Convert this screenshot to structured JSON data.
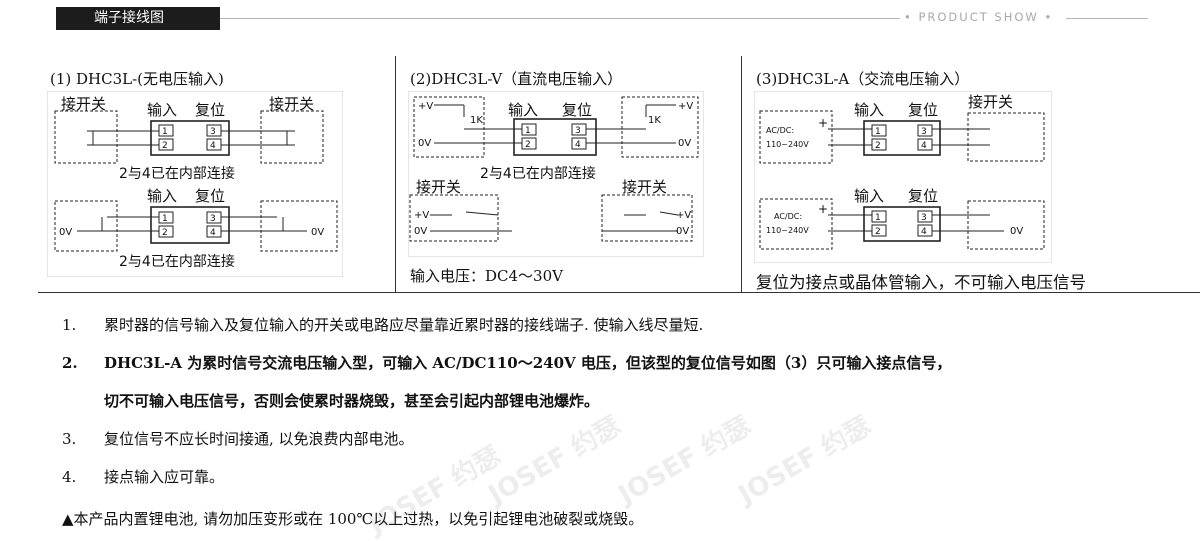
{
  "header": {
    "section_title": "端子接线图",
    "brand": "PRODUCT SHOW"
  },
  "panels": [
    {
      "title": "(1) DHC3L-(无电压输入)",
      "top": {
        "switch_label": "接开关",
        "input_label": "输入",
        "reset_label": "复位",
        "terminals": [
          "1",
          "2",
          "3",
          "4"
        ],
        "caption": "2与4已在内部连接"
      },
      "bottom": {
        "input_label": "输入",
        "reset_label": "复位",
        "left_label": "0V",
        "right_label": "0V",
        "terminals": [
          "1",
          "2",
          "3",
          "4"
        ],
        "caption": "2与4已在内部连接"
      }
    },
    {
      "title": "(2)DHC3L-V（直流电压输入）",
      "top": {
        "pos_label": "+V",
        "zero_label": "0V",
        "resistor_label": "1K",
        "input_label": "输入",
        "reset_label": "复位",
        "terminals": [
          "1",
          "2",
          "3",
          "4"
        ],
        "caption": "2与4已在内部连接"
      },
      "bottom": {
        "switch_label": "接开关",
        "pos_label": "+V",
        "zero_label": "0V"
      },
      "note": "输入电压：DC4～30V"
    },
    {
      "title": "(3)DHC3L-A（交流电压输入）",
      "top": {
        "input_label": "输入",
        "reset_label": "复位",
        "switch_label": "接开关",
        "source_line1": "AC/DC:",
        "source_line2": "110~240V",
        "plus": "+",
        "terminals": [
          "1",
          "2",
          "3",
          "4"
        ]
      },
      "bottom": {
        "input_label": "输入",
        "reset_label": "复位",
        "source_line1": "AC/DC:",
        "source_line2": "110~240V",
        "plus": "+",
        "right_label": "0V",
        "terminals": [
          "1",
          "2",
          "3",
          "4"
        ]
      },
      "note": "复位为接点或晶体管输入，不可输入电压信号"
    }
  ],
  "notes": [
    {
      "num": "1.",
      "text": "累时器的信号输入及复位输入的开关或电路应尽量靠近累时器的接线端子. 使输入线尽量短."
    },
    {
      "num": "2.",
      "text": "DHC3L-A 为累时信号交流电压输入型，可输入 AC/DC110～240V 电压，但该型的复位信号如图（3）只可输入接点信号，",
      "cont": "切不可输入电压信号，否则会使累时器烧毁，甚至会引起内部锂电池爆炸。"
    },
    {
      "num": "3.",
      "text": "复位信号不应长时间接通, 以免浪费内部电池。"
    },
    {
      "num": "4.",
      "text": "接点输入应可靠。"
    }
  ],
  "warning": "▲本产品内置锂电池, 请勿加压变形或在 100℃以上过热，以免引起锂电池破裂或烧毁。",
  "watermark": "JOSEF 约瑟"
}
